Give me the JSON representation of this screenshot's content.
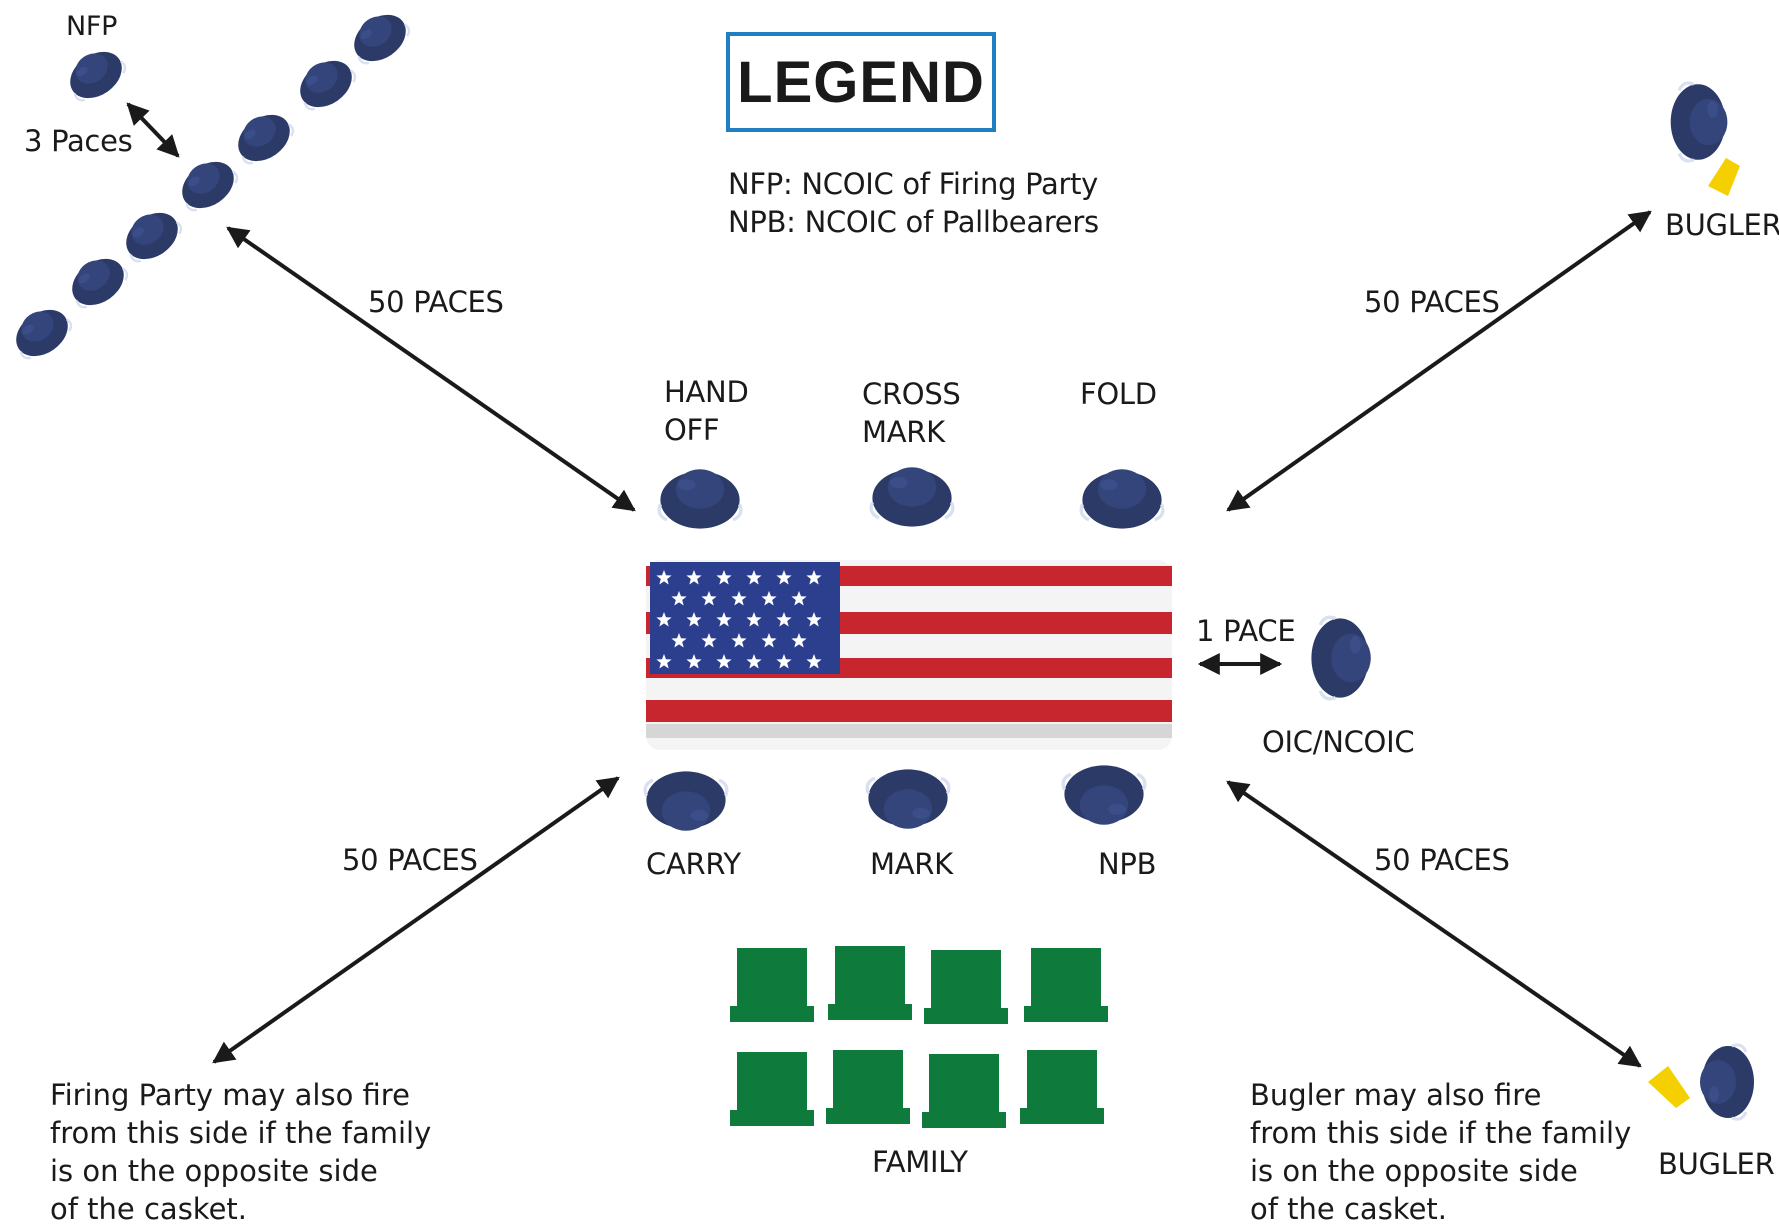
{
  "legend": {
    "title": "LEGEND",
    "entries": [
      "NFP: NCOIC of Firing Party",
      "NPB: NCOIC of Pallbearers"
    ]
  },
  "firing_party": {
    "nfp_label": "NFP",
    "spacing_label": "3 Paces",
    "distance_label": "50 PACES"
  },
  "bugler_top": {
    "label": "BUGLER",
    "distance_label": "50 PACES"
  },
  "bugler_bottom": {
    "label": "BUGLER",
    "distance_label": "50 PACES"
  },
  "bottom_left": {
    "distance_label": "50 PACES"
  },
  "pallbearers": {
    "top": [
      "HAND",
      "OFF",
      "CROSS",
      "MARK",
      "FOLD"
    ],
    "bottom": [
      "CARRY",
      "MARK",
      "NPB"
    ]
  },
  "oic": {
    "label": "OIC/NCOIC",
    "distance_label": "1 PACE"
  },
  "family": {
    "label": "FAMILY"
  },
  "notes": {
    "firing_party": [
      "Firing Party may also fire",
      "from this side if the family",
      "is on the opposite side",
      "of the casket."
    ],
    "bugler": [
      "Bugler may also fire",
      "from this side if the family",
      "is on the opposite side",
      "of the casket."
    ]
  },
  "colors": {
    "person": "#2b3a67",
    "arrow": "#1a1a1a",
    "legend_border": "#1f7fc0",
    "chair": "#0e7a3c",
    "bugle": "#f5d000",
    "flag_red": "#c8262e",
    "flag_blue": "#2c3f8f"
  }
}
